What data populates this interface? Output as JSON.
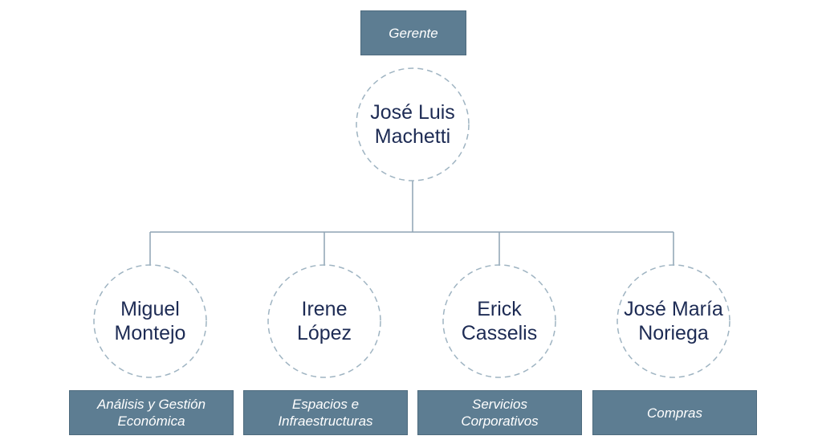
{
  "colors": {
    "box_fill": "#5d7d92",
    "name_text": "#1d2b54",
    "connector": "#8ea3b3",
    "circle_dash": "#9fb4c2"
  },
  "top": {
    "role": "Gerente",
    "name": "José Luis\nMachetti"
  },
  "members": [
    {
      "name": "Miguel\nMontejo",
      "role": "Análisis y Gestión\nEconómica"
    },
    {
      "name": "Irene\nLópez",
      "role": "Espacios e\nInfraestructuras"
    },
    {
      "name": "Erick\nCasselis",
      "role": "Servicios\nCorporativos"
    },
    {
      "name": "José María\nNoriega",
      "role": "Compras"
    }
  ]
}
